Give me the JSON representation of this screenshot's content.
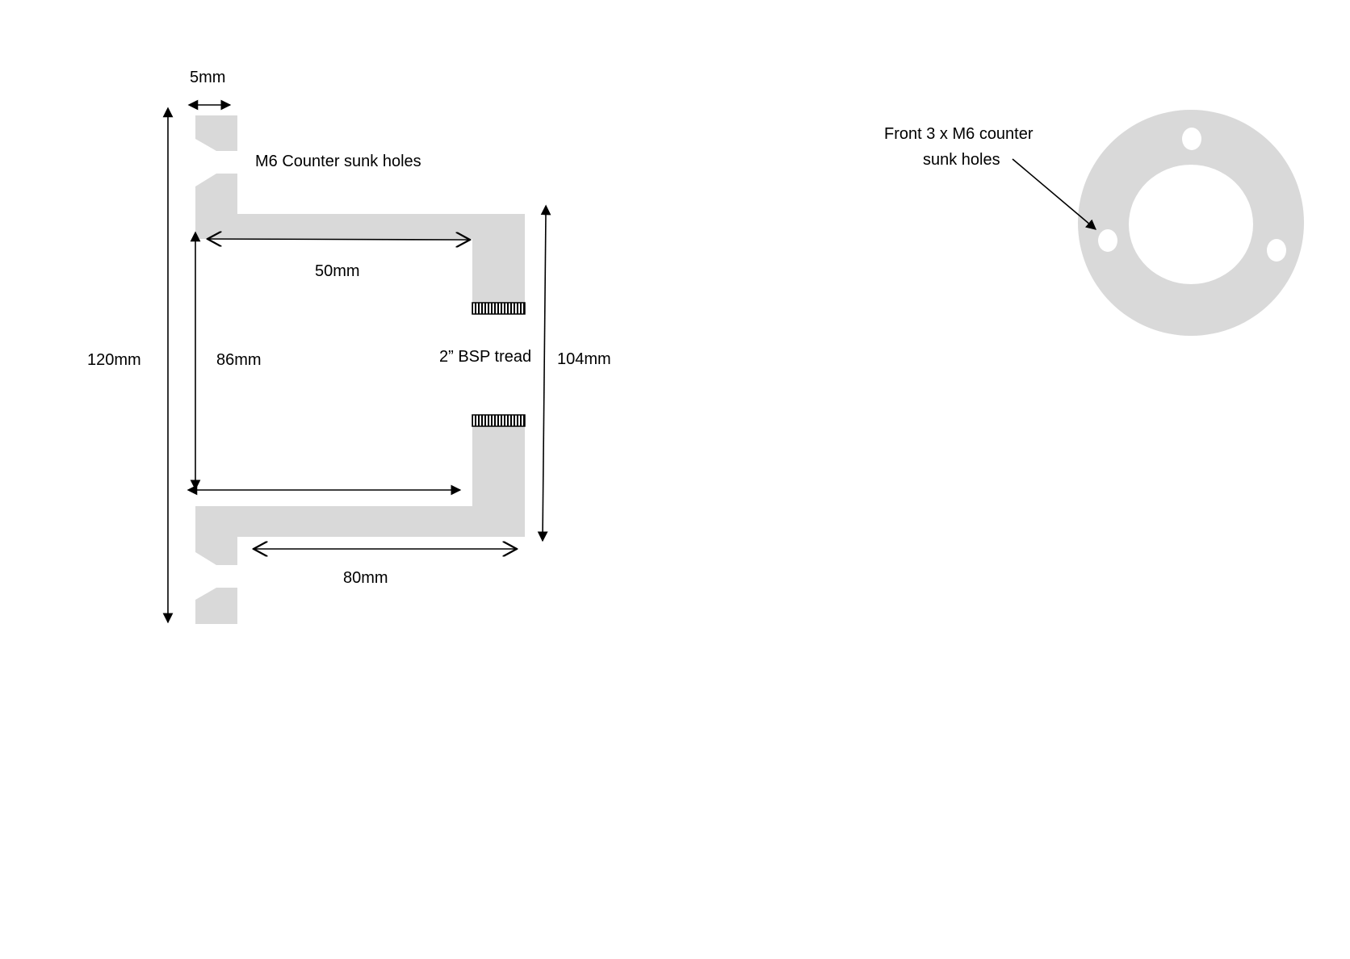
{
  "colors": {
    "part_fill": "#d9d9d9",
    "line": "#000000",
    "background": "#ffffff"
  },
  "side_view": {
    "dim_flange_thickness": "5mm",
    "label_holes": "M6 Counter sunk holes",
    "dim_inner_depth": "50mm",
    "dim_overall_height": "120mm",
    "dim_inner_diameter": "86mm",
    "label_thread": "2” BSP tread",
    "dim_outer_diameter": "104mm",
    "dim_body_length": "80mm"
  },
  "front_view": {
    "label_line1": "Front 3 x M6 counter",
    "label_line2": "sunk holes",
    "hole_count": 3
  }
}
